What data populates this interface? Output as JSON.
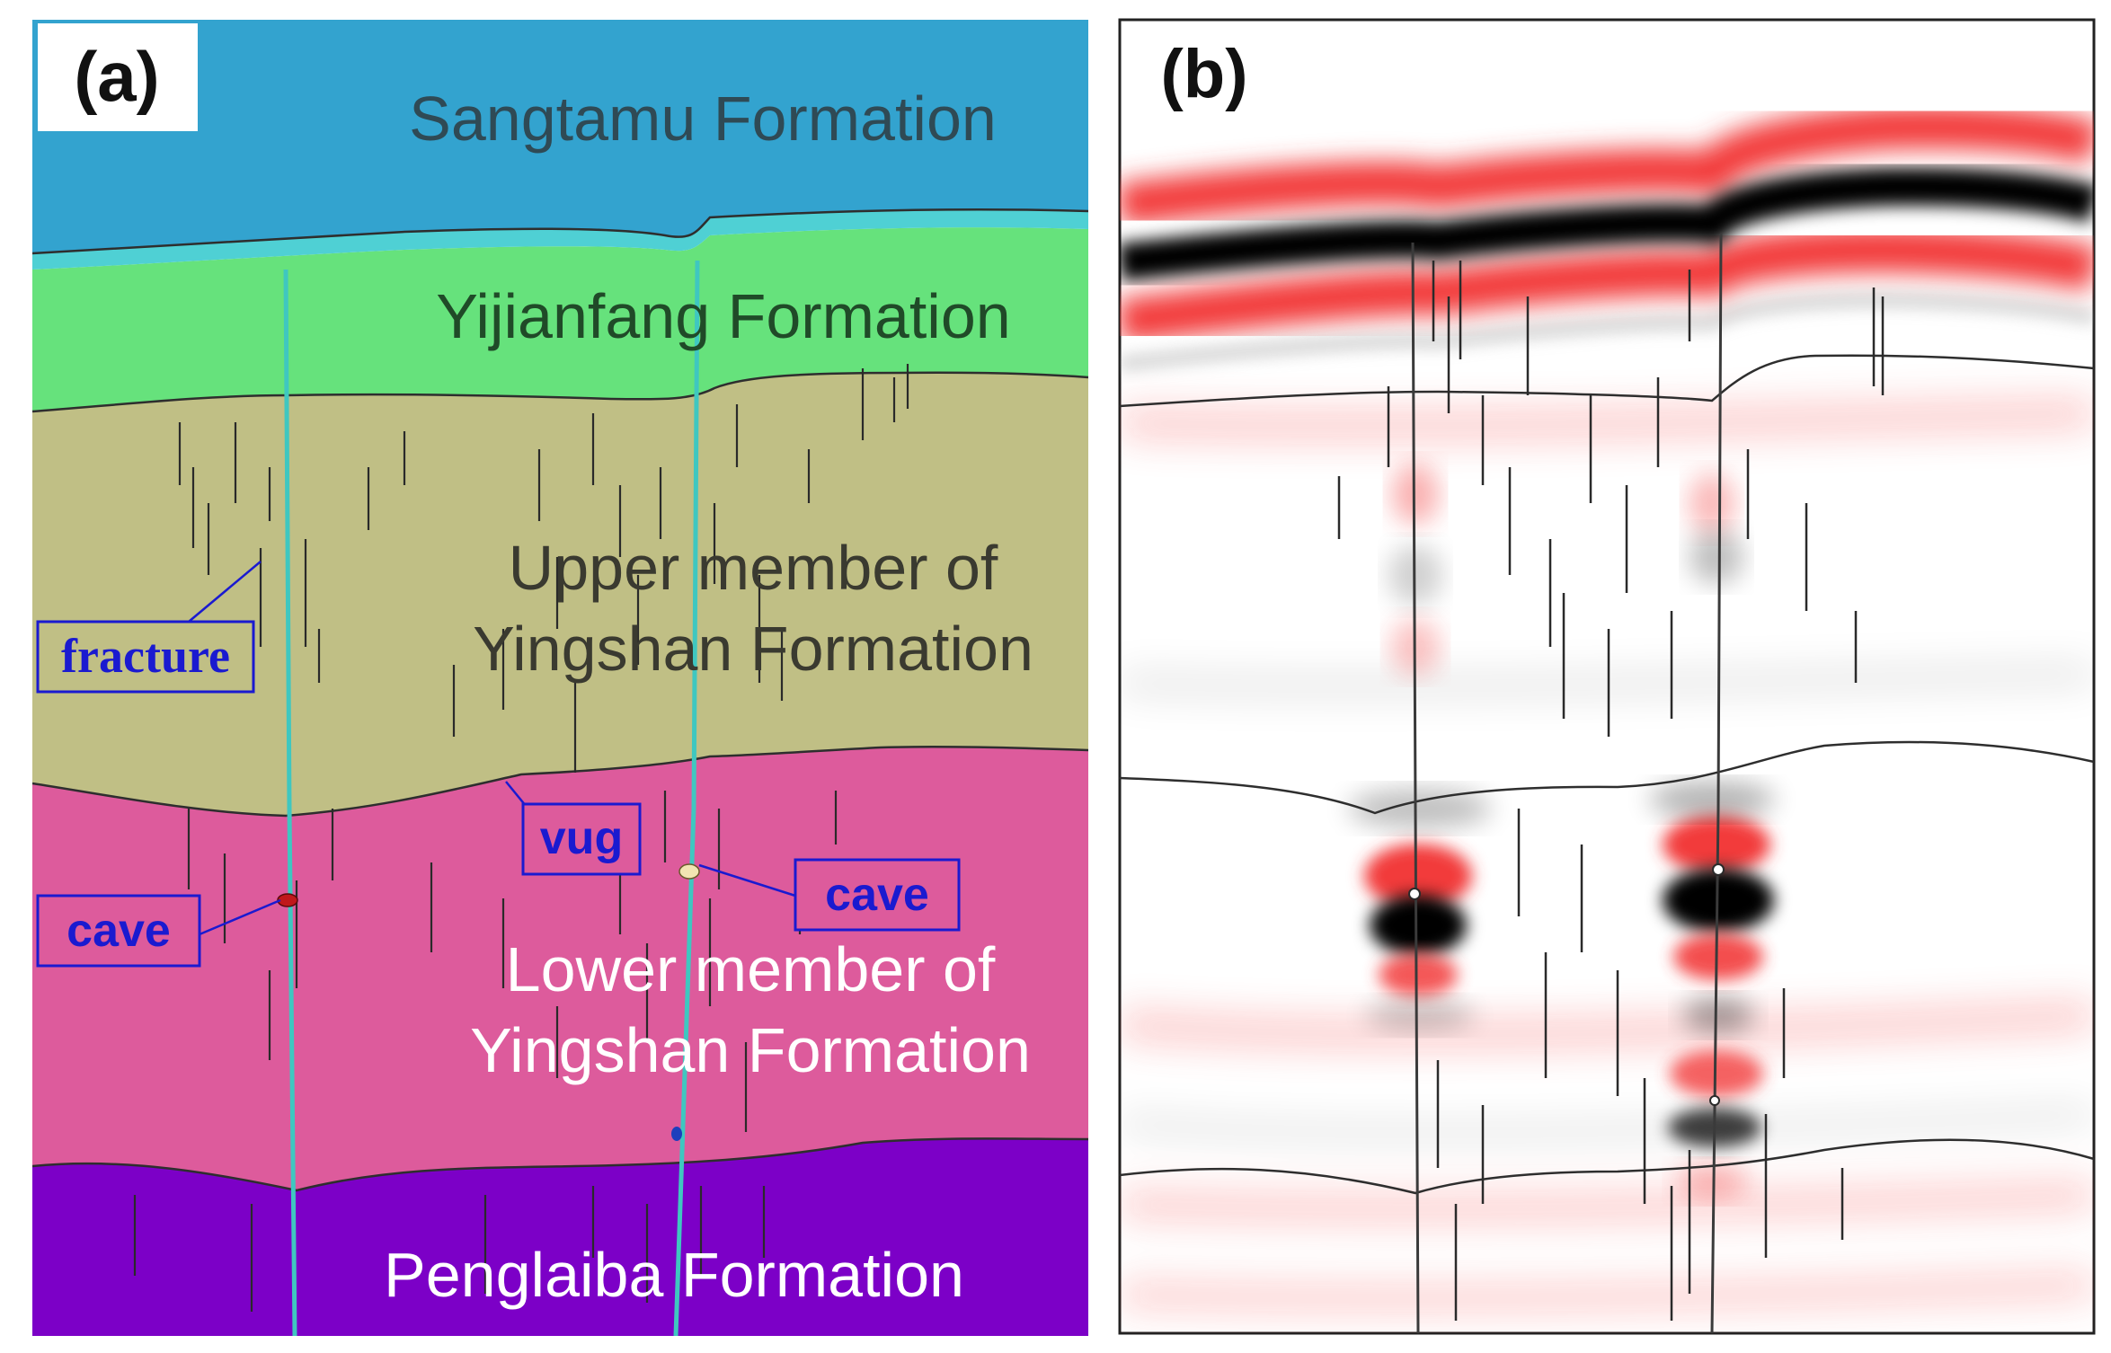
{
  "panel_a": {
    "label": "(a)",
    "layers": [
      {
        "id": "sangtamu",
        "name": "Sangtamu Formation",
        "color": "#33a3cf"
      },
      {
        "id": "thin-band",
        "name": "",
        "color": "#4fd0d4"
      },
      {
        "id": "yijianfang",
        "name": "Yijianfang Formation",
        "color": "#66e27c"
      },
      {
        "id": "upper-yingshan",
        "name_line1": "Upper member of",
        "name_line2": "Yingshan Formation",
        "color": "#c0bf85"
      },
      {
        "id": "lower-yingshan",
        "name_line1": "Lower member of",
        "name_line2": "Yingshan Formation",
        "color": "#dd5b9c"
      },
      {
        "id": "penglaiba",
        "name": "Penglaiba Formation",
        "color": "#7c00c7"
      }
    ],
    "annotations": {
      "fracture": "fracture",
      "vug": "vug",
      "cave_left": "cave",
      "cave_right": "cave"
    },
    "well_color": "#3fc7c0",
    "annotation_color": "#1a1ad0"
  },
  "panel_b": {
    "label": "(b)",
    "colors": {
      "positive": "#f23a3a",
      "negative": "#000000"
    }
  }
}
